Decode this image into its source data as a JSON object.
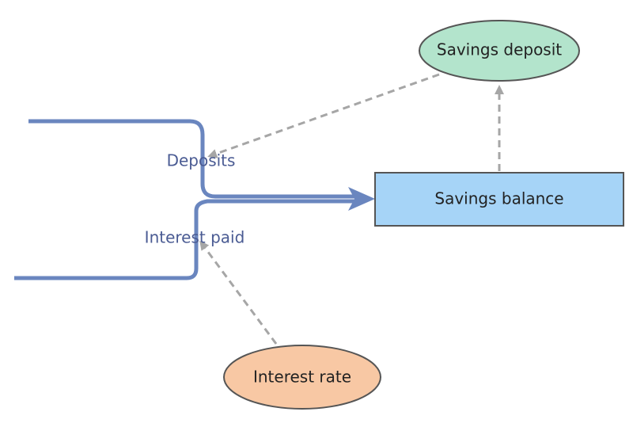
{
  "diagram": {
    "nodes": {
      "savings_balance": "Savings balance",
      "savings_deposit": "Savings deposit",
      "interest_rate": "Interest rate"
    },
    "flows": {
      "deposits": "Deposits",
      "interest_paid": "Interest paid"
    },
    "colors": {
      "flow_line": "#6a86bf",
      "dashed_link": "#a6a6a6",
      "stock_fill": "#a6d4f7",
      "stock_stroke": "#555555",
      "savings_deposit_fill": "#b3e4cc",
      "interest_rate_fill": "#f8c8a4",
      "ellipse_stroke": "#555555"
    }
  }
}
